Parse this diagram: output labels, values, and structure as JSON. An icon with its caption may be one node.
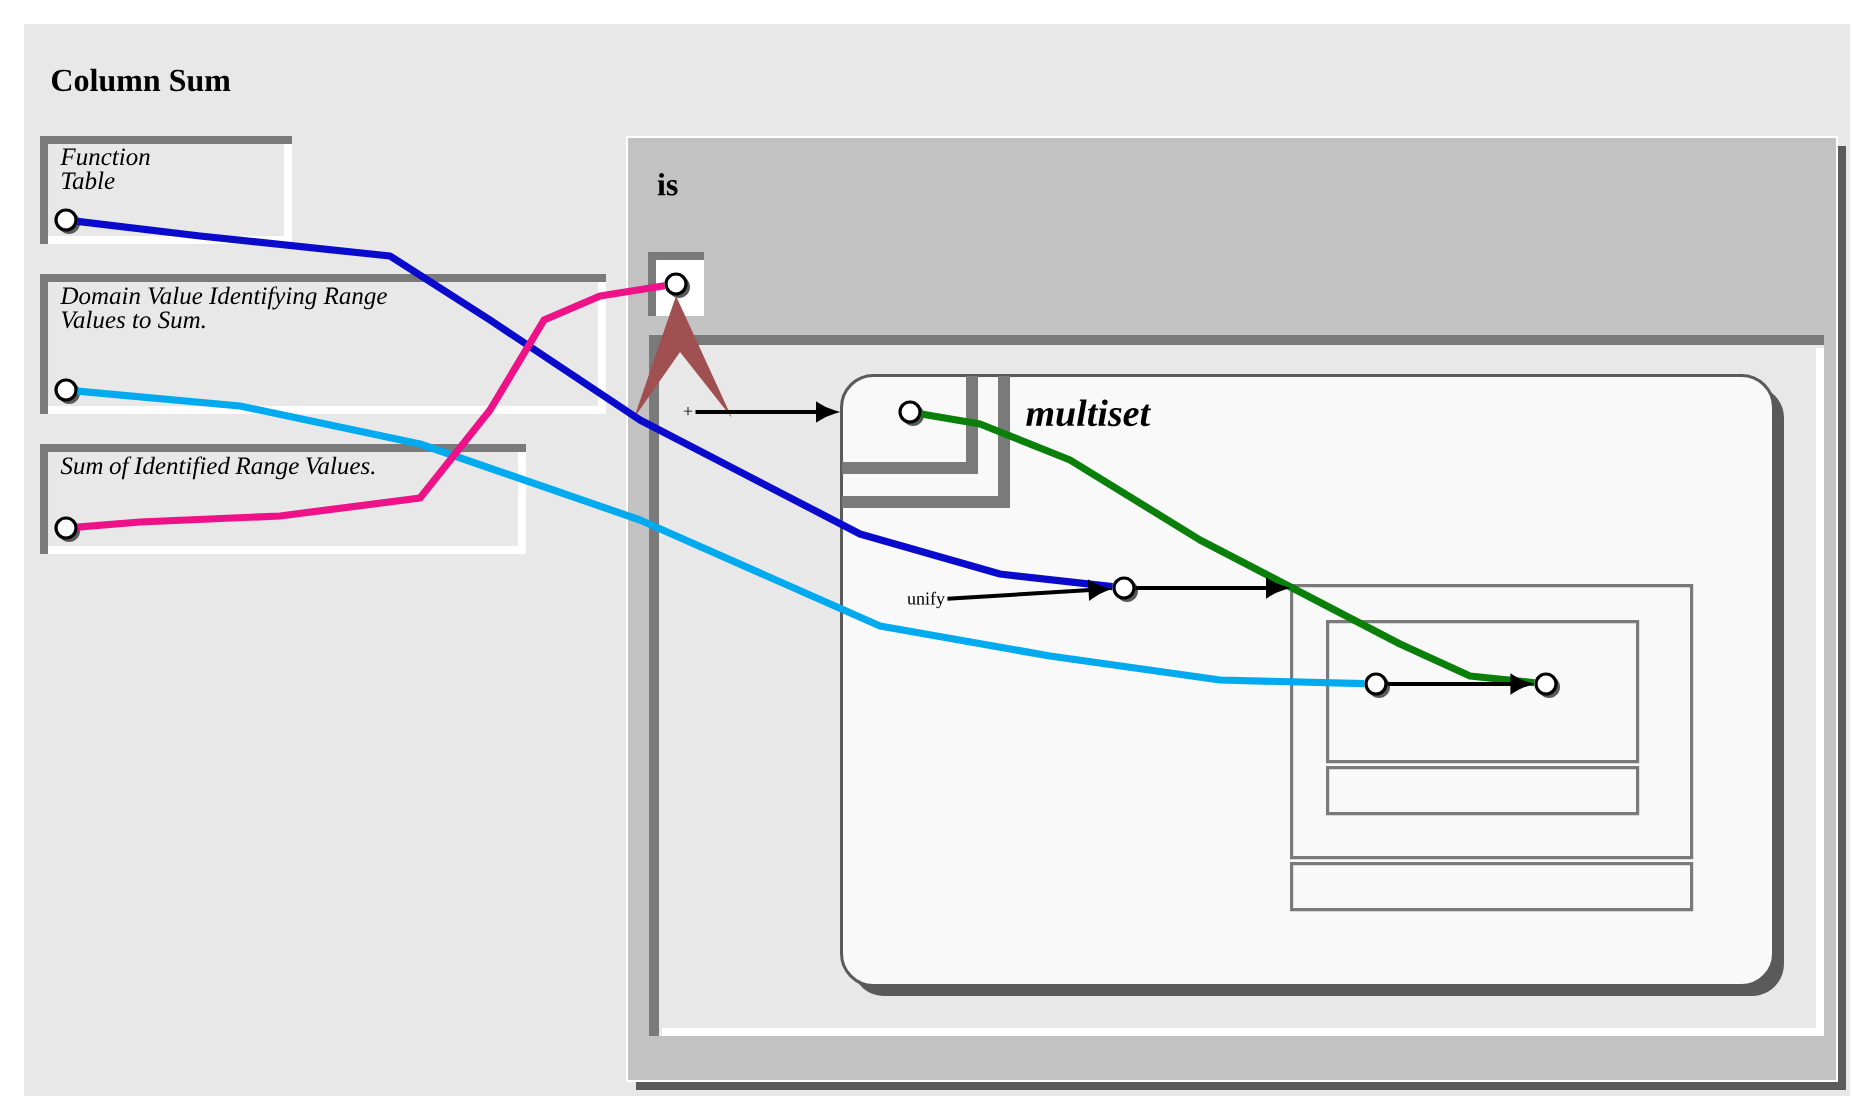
{
  "diagram": {
    "title": "Column Sum",
    "nodes": [
      {
        "text": [
          "Function Table"
        ]
      },
      {
        "text": [
          "Domain Value Identifying Range Values to Sum."
        ]
      },
      {
        "text": [
          "Sum of Identified Range Values."
        ]
      },
      {
        "text": [],
        "shape": "circle",
        "in": 0
      },
      {
        "text": [],
        "shape": "circle",
        "in": 1
      },
      {
        "text": [],
        "shape": "circle",
        "in": 2
      },
      {
        "text": [
          "is"
        ]
      },
      {
        "text": [],
        "shape": "circle",
        "in": 6
      },
      {
        "text": [
          "+"
        ],
        "in": 6
      },
      {
        "text": [
          "multiset"
        ],
        "in": 6
      },
      {
        "text": [],
        "shape": "circle",
        "in": 9
      },
      {
        "text": [
          "unify"
        ],
        "in": 9
      },
      {
        "text": [],
        "shape": "circle",
        "in": 9
      },
      {
        "text": [],
        "shape": "box",
        "in": 9
      },
      {
        "text": [],
        "shape": "box",
        "in": 13
      },
      {
        "text": [],
        "shape": "circle",
        "in": 14
      },
      {
        "text": [],
        "shape": "circle",
        "in": 14
      },
      {
        "text": [],
        "shape": "box",
        "in": 13
      },
      {
        "text": [],
        "shape": "box",
        "in": 9
      }
    ],
    "edges": [
      {
        "from": 3,
        "to": 12,
        "arrow": "none",
        "style": "thick",
        "color": "#0a0acc"
      },
      {
        "from": 4,
        "to": 15,
        "arrow": "none",
        "style": "thick",
        "color": "#00aaee"
      },
      {
        "from": 5,
        "to": 7,
        "arrow": "none",
        "style": "thick",
        "color": "#ee1188"
      },
      {
        "from": 10,
        "to": 16,
        "arrow": "none",
        "style": "thick",
        "color": "#0a800a"
      },
      {
        "from": 8,
        "to": 9,
        "arrow": "to"
      },
      {
        "from": 11,
        "to": 12,
        "arrow": "to"
      },
      {
        "from": 12,
        "to": 13,
        "arrow": "to"
      },
      {
        "from": 15,
        "to": 16,
        "arrow": "to"
      }
    ]
  }
}
